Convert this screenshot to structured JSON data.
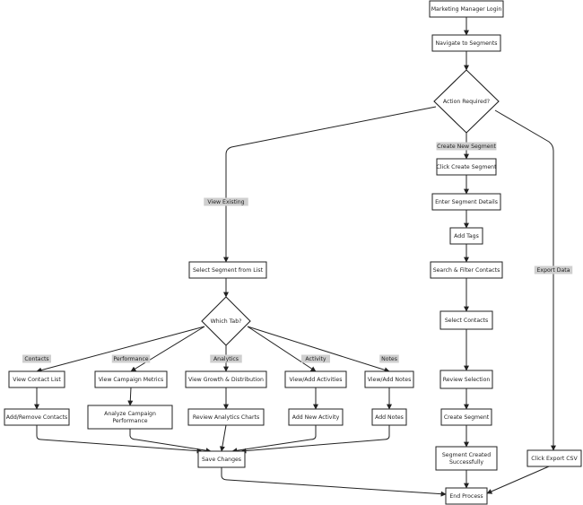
{
  "nodes": {
    "login": {
      "label": [
        "Marketing Manager Login"
      ],
      "shape": "rect"
    },
    "nav_segments": {
      "label": [
        "Navigate to Segments"
      ],
      "shape": "rect"
    },
    "action_required": {
      "label": [
        "Action Required?"
      ],
      "shape": "diamond"
    },
    "click_create": {
      "label": [
        "Click Create Segment"
      ],
      "shape": "rect"
    },
    "enter_details": {
      "label": [
        "Enter Segment Details"
      ],
      "shape": "rect"
    },
    "add_tags": {
      "label": [
        "Add Tags"
      ],
      "shape": "rect"
    },
    "search_filter": {
      "label": [
        "Search & Filter Contacts"
      ],
      "shape": "rect"
    },
    "select_contacts": {
      "label": [
        "Select Contacts"
      ],
      "shape": "rect"
    },
    "review_selection": {
      "label": [
        "Review Selection"
      ],
      "shape": "rect"
    },
    "create_segment": {
      "label": [
        "Create Segment"
      ],
      "shape": "rect"
    },
    "segment_created": {
      "label": [
        "Segment Created",
        "Successfully"
      ],
      "shape": "rect"
    },
    "select_from_list": {
      "label": [
        "Select Segment from List"
      ],
      "shape": "rect"
    },
    "which_tab": {
      "label": [
        "Which Tab?"
      ],
      "shape": "diamond"
    },
    "view_contact_list": {
      "label": [
        "View Contact List"
      ],
      "shape": "rect"
    },
    "view_campaign_metrics": {
      "label": [
        "View Campaign Metrics"
      ],
      "shape": "rect"
    },
    "view_growth": {
      "label": [
        "View Growth & Distribution"
      ],
      "shape": "rect"
    },
    "view_add_activities": {
      "label": [
        "View/Add Activities"
      ],
      "shape": "rect"
    },
    "view_add_notes": {
      "label": [
        "View/Add Notes"
      ],
      "shape": "rect"
    },
    "add_remove_contacts": {
      "label": [
        "Add/Remove Contacts"
      ],
      "shape": "rect"
    },
    "analyze_performance": {
      "label": [
        "Analyze Campaign",
        "Performance"
      ],
      "shape": "rect"
    },
    "review_charts": {
      "label": [
        "Review Analytics Charts"
      ],
      "shape": "rect"
    },
    "add_activity": {
      "label": [
        "Add New Activity"
      ],
      "shape": "rect"
    },
    "add_notes": {
      "label": [
        "Add Notes"
      ],
      "shape": "rect"
    },
    "save_changes": {
      "label": [
        "Save Changes"
      ],
      "shape": "rect"
    },
    "click_export": {
      "label": [
        "Click Export CSV"
      ],
      "shape": "rect"
    },
    "end_process": {
      "label": [
        "End Process"
      ],
      "shape": "rect"
    }
  },
  "edge_labels": {
    "create_new": "Create New Segment",
    "view_existing": "View Existing",
    "export_data": "Export Data",
    "contacts": "Contacts",
    "performance": "Performance",
    "analytics": "Analytics",
    "activity": "Activity",
    "notes": "Notes"
  },
  "colors": {
    "stroke": "#222222",
    "fill": "#ffffff",
    "label_bg": "#cfcfcf",
    "text": "#222222"
  }
}
